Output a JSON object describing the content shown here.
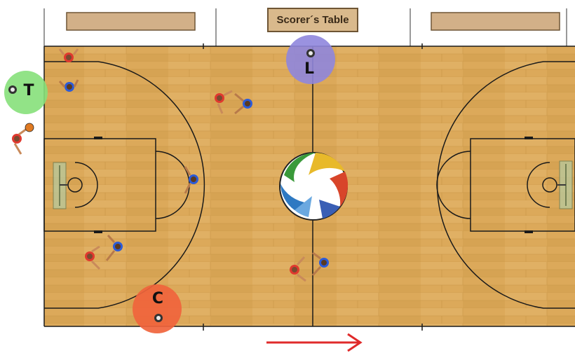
{
  "scorers_table": {
    "label": "Scorer´s Table"
  },
  "referees": [
    {
      "id": "trail",
      "letter": "T",
      "color": "#86e07a"
    },
    {
      "id": "lead",
      "letter": "L",
      "color": "#8f86dd"
    },
    {
      "id": "center",
      "letter": "C",
      "color": "#f0643c"
    }
  ],
  "team_colors": {
    "red": "#e0392f",
    "blue": "#2c5bd8",
    "court": "#d8a550",
    "line": "#1a1a1a"
  },
  "direction_arrow": {
    "color": "#e02a2a"
  }
}
